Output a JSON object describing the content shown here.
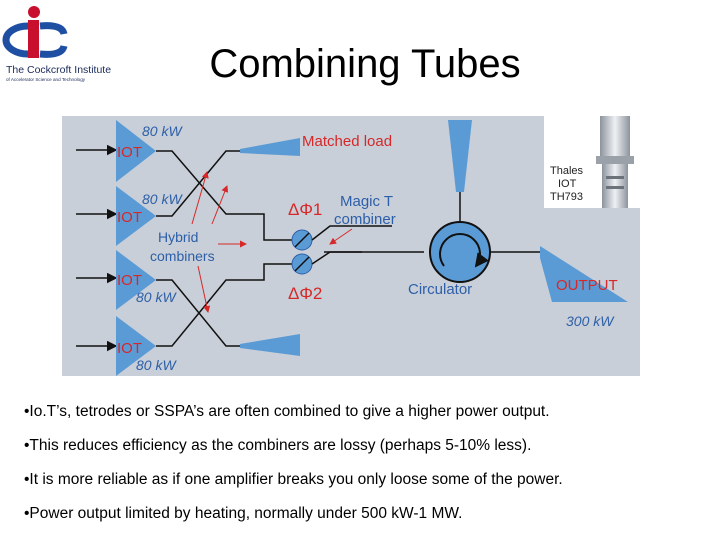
{
  "slide": {
    "title": "Combining Tubes"
  },
  "logo": {
    "org_name": "The Cockcroft Institute",
    "tagline": "of Accelerator Science and Technology",
    "colors": {
      "blue": "#1e4fa3",
      "red": "#c8102e"
    }
  },
  "diagram": {
    "iot_label": "IOT",
    "power_labels": [
      "80 kW",
      "80 kW",
      "80 kW",
      "80 kW"
    ],
    "matched_load": "Matched load",
    "hybrid_label_line1": "Hybrid",
    "hybrid_label_line2": "combiners",
    "phase1": "ΔΦ1",
    "phase2": "ΔΦ2",
    "magic_t_line1": "Magic T",
    "magic_t_line2": "combiner",
    "circulator": "Circulator",
    "output": "OUTPUT",
    "output_power": "300 kW",
    "thales_line1": "Thales",
    "thales_line2": "IOT",
    "thales_line3": "TH793",
    "colors": {
      "background": "#c8cfd8",
      "triangle": "#5b9bd5",
      "red_text": "#d62828",
      "blue_text": "#2d5fa8",
      "line": "#111111"
    }
  },
  "bullets": [
    "•Io.T’s, tetrodes or SSPA’s are often combined to give a higher power output.",
    "•This reduces efficiency as the combiners are lossy (perhaps 5-10% less).",
    "•It is more reliable as if one amplifier breaks you only loose some of the power.",
    "•Power output limited by heating, normally under 500 kW-1 MW."
  ]
}
